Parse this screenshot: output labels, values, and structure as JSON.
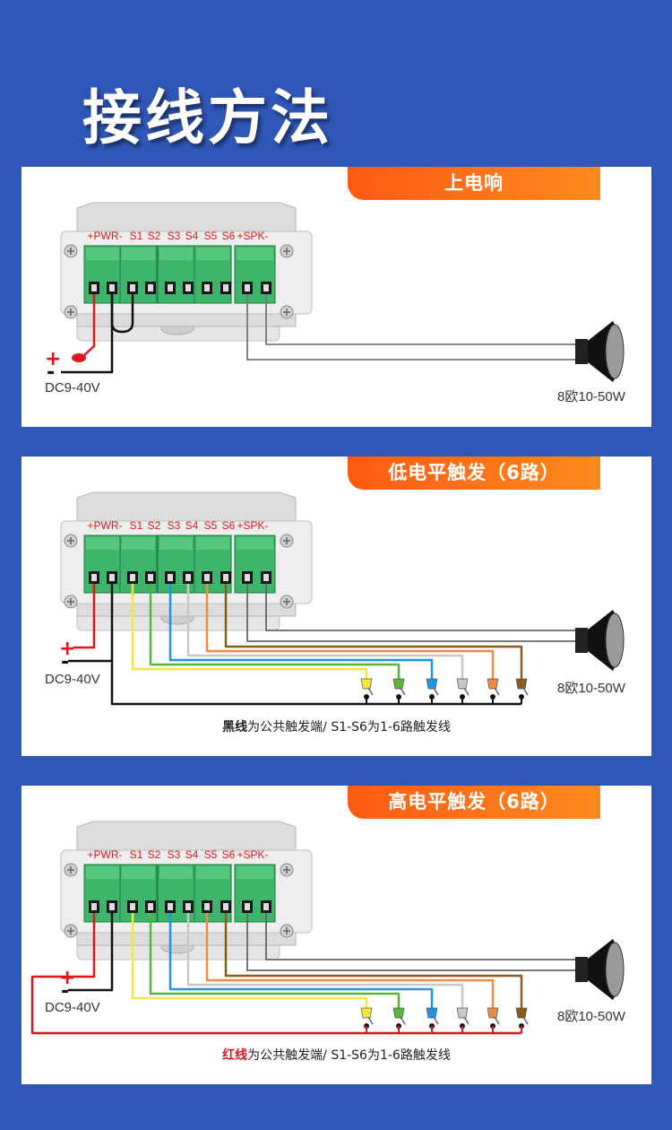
{
  "title": "接线方法",
  "terminal_labels": [
    "+PWR-",
    "S1",
    "S2",
    "S3",
    "S4",
    "S5",
    "S6",
    "+SPK-"
  ],
  "sections": [
    {
      "heading": "上电响",
      "voltage": "DC9-40V",
      "speaker": "8欧10-50W",
      "plus": "+",
      "minus": "-"
    },
    {
      "heading": "低电平触发（6路）",
      "voltage": "DC9-40V",
      "speaker": "8欧10-50W",
      "plus": "+",
      "minus": "-",
      "note_bold": "黑线",
      "note_rest": "为公共触发端/ S1-S6为1-6路触发线"
    },
    {
      "heading": "高电平触发（6路）",
      "voltage": "DC9-40V",
      "speaker": "8欧10-50W",
      "plus": "+",
      "minus": "-",
      "note_bold": "红线",
      "note_rest": "为公共触发端/ S1-S6为1-6路触发线"
    }
  ],
  "colors": {
    "background": "#2f57b8",
    "heading_orange": "#ff6a16",
    "wire_red": "#e0161e",
    "wire_black": "#111111",
    "wire_yellow": "#f5e63c",
    "wire_green": "#58b53c",
    "wire_blue": "#1e96e6",
    "wire_gray": "#c8c8c8",
    "wire_orange": "#f08a46",
    "wire_brown": "#8a5a1e",
    "terminal_green": "#3db56a"
  }
}
